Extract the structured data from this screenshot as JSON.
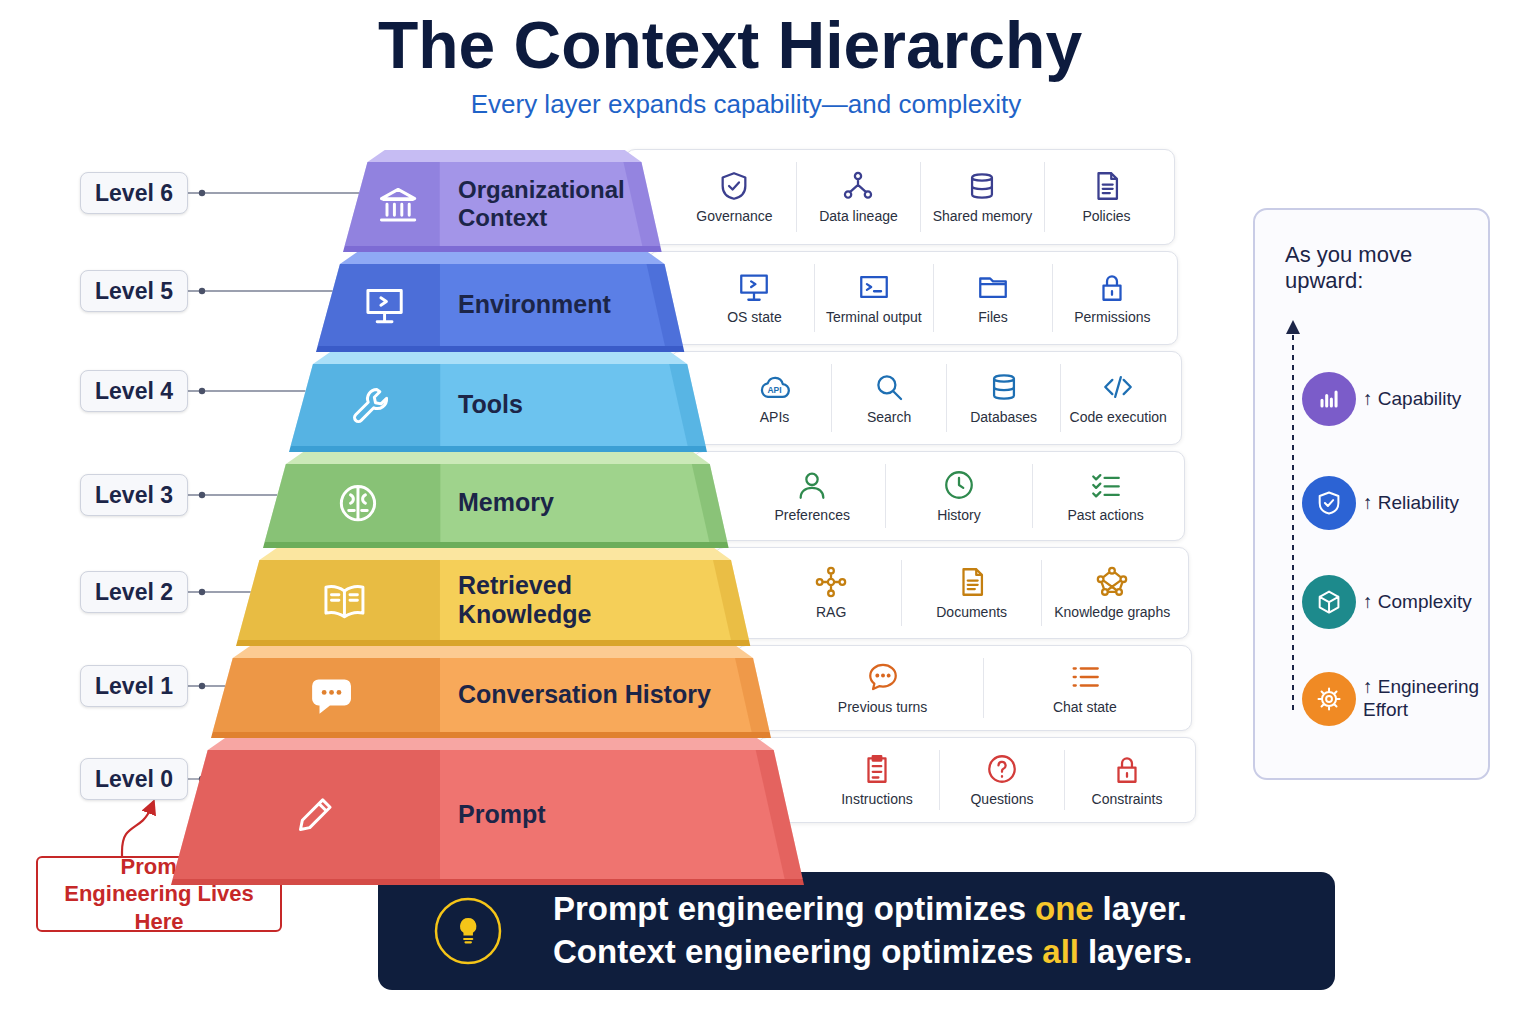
{
  "diagram": {
    "title": "The Context Hierarchy",
    "nodes": [
      {
        "text": [
          "Level 6"
        ]
      },
      {
        "text": [
          "Organizational Context"
        ]
      },
      {
        "text": [
          "Governance",
          "Data lineage",
          "Shared memory",
          "Policies"
        ]
      },
      {
        "text": [
          "Level 5"
        ]
      },
      {
        "text": [
          "Environment"
        ]
      },
      {
        "text": [
          "OS state",
          "Terminal output",
          "Files",
          "Permissions"
        ]
      },
      {
        "text": [
          "Level 4"
        ]
      },
      {
        "text": [
          "Tools"
        ]
      },
      {
        "text": [
          "APIs",
          "Search",
          "Databases",
          "Code execution"
        ]
      },
      {
        "text": [
          "Level 3"
        ]
      },
      {
        "text": [
          "Memory"
        ]
      },
      {
        "text": [
          "Preferences",
          "History",
          "Past actions"
        ]
      },
      {
        "text": [
          "Level 2"
        ]
      },
      {
        "text": [
          "Retrieved Knowledge"
        ]
      },
      {
        "text": [
          "RAG",
          "Documents",
          "Knowledge graphs"
        ]
      },
      {
        "text": [
          "Level 1"
        ]
      },
      {
        "text": [
          "Conversation History"
        ]
      },
      {
        "text": [
          "Previous turns",
          "Chat state"
        ]
      },
      {
        "text": [
          "Level 0"
        ]
      },
      {
        "text": [
          "Prompt"
        ]
      },
      {
        "text": [
          "Instructions",
          "Questions",
          "Constraints"
        ]
      },
      {
        "text": [
          "As you move upward:",
          "↑ Capability",
          "↑ Reliability",
          "↑ Complexity",
          "↑ Engineering Effort"
        ]
      },
      {
        "text": [
          "Prompt Engineering Lives Here"
        ]
      },
      {
        "text": [
          "Prompt engineering optimizes",
          "one",
          "layer.",
          "Context engineering optimizes",
          "all",
          "layers."
        ]
      }
    ],
    "edges": [
      {
        "from": 0,
        "to": 1,
        "arrow": "none"
      },
      {
        "from": 3,
        "to": 4,
        "arrow": "none"
      },
      {
        "from": 6,
        "to": 7,
        "arrow": "none"
      },
      {
        "from": 9,
        "to": 10,
        "arrow": "none"
      },
      {
        "from": 12,
        "to": 13,
        "arrow": "none"
      },
      {
        "from": 15,
        "to": 16,
        "arrow": "none"
      },
      {
        "from": 18,
        "to": 19,
        "arrow": "none"
      },
      {
        "from": 22,
        "to": 18,
        "arrow": "to"
      }
    ],
    "labels": [
      "Every layer expands capability—and complexity",
      "API"
    ]
  }
}
